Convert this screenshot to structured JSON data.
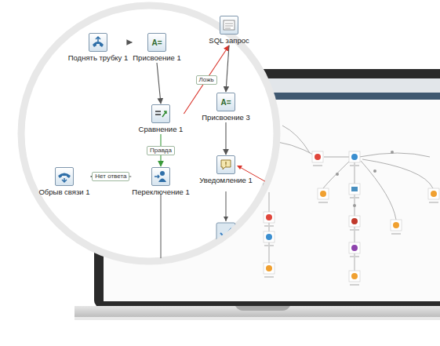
{
  "diagram": {
    "nodes": [
      {
        "text": [
          "Поднять трубку 1"
        ]
      },
      {
        "text": [
          "Присвоение 1",
          "A="
        ]
      },
      {
        "text": [
          "SQL запрос"
        ]
      },
      {
        "text": [
          "Сравнение 1"
        ]
      },
      {
        "text": [
          "Присвоение 3",
          "A="
        ]
      },
      {
        "text": [
          "Обрыв связи 1"
        ]
      },
      {
        "text": [
          "Переключение 1"
        ]
      },
      {
        "text": [
          "Уведомление 1"
        ]
      }
    ],
    "edges": [
      {
        "from": 0,
        "to": 1,
        "arrow": "to"
      },
      {
        "from": 1,
        "to": 3,
        "arrow": "to"
      },
      {
        "from": 3,
        "to": 2,
        "label": "Ложь",
        "arrow": "to"
      },
      {
        "from": 2,
        "to": 4,
        "arrow": "to"
      },
      {
        "from": 4,
        "to": 7,
        "arrow": "to"
      },
      {
        "from": 3,
        "to": 6,
        "label": "Правда",
        "arrow": "to"
      },
      {
        "from": 6,
        "to": 5,
        "label": "Нет ответа",
        "arrow": "to"
      }
    ]
  }
}
